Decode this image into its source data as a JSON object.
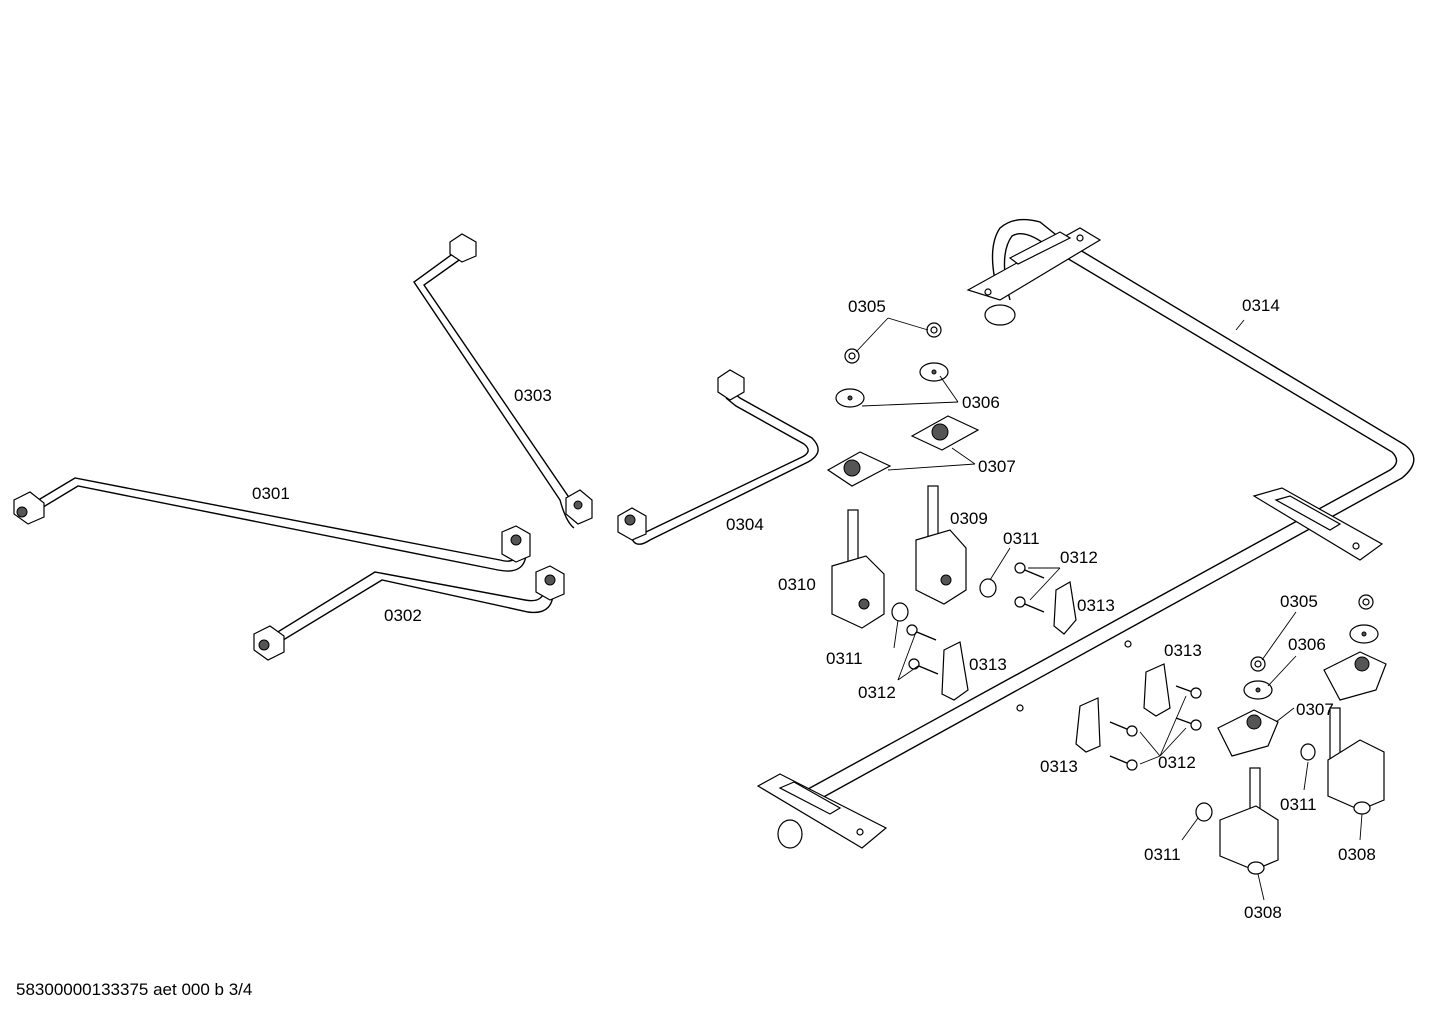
{
  "labels": {
    "p0301": "0301",
    "p0302": "0302",
    "p0303": "0303",
    "p0304": "0304",
    "p0305a": "0305",
    "p0306a": "0306",
    "p0307a": "0307",
    "p0309": "0309",
    "p0310": "0310",
    "p0311a": "0311",
    "p0311b": "0311",
    "p0312a": "0312",
    "p0312b": "0312",
    "p0313a": "0313",
    "p0313b": "0313",
    "p0314": "0314",
    "p0305b": "0305",
    "p0306b": "0306",
    "p0307b": "0307",
    "p0313c": "0313",
    "p0313d": "0313",
    "p0312c": "0312",
    "p0311c": "0311",
    "p0311d": "0311",
    "p0308a": "0308",
    "p0308b": "0308"
  },
  "footer": "58300000133375 aet 000 b 3/4"
}
